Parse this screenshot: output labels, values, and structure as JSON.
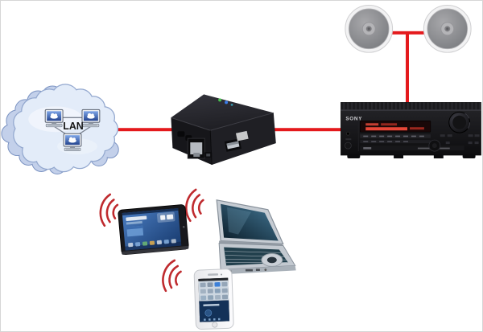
{
  "diagram": {
    "background_color": "#ffffff",
    "connection_line_color": "#e4191c",
    "wifi_signal_color": "#bf2a2e",
    "nodes": {
      "lan_cloud": {
        "label": "LAN",
        "computer_count": 3,
        "cloud_fill": "#e3ecf9",
        "cloud_outline": "#93a8cf"
      },
      "network_streamer": {
        "body_color": "#1a1a1f",
        "led_colors": [
          "#49c14f",
          "#3a7ce8"
        ],
        "ports": [
          "power",
          "aux",
          "ethernet",
          "micro-usb",
          "usb"
        ]
      },
      "av_receiver": {
        "brand": "SONY",
        "body_color": "#141416",
        "display_glow_color": "#ff4f3e"
      },
      "ceiling_speakers": {
        "count": 2,
        "rim_color": "#f2f2f3",
        "cone_color": "#8a8a8e"
      },
      "tablet": {
        "screen_color": "#2d5da2"
      },
      "laptop": {
        "body_color": "#c6ccd3",
        "screen_color": "#1d4257"
      },
      "smartphone": {
        "body_color": "#f5f5f7",
        "app_grid_color": "#cdd7e1",
        "player_color": "#133158"
      }
    },
    "wired_connections": [
      {
        "from": "lan_cloud",
        "to": "network_streamer"
      },
      {
        "from": "network_streamer",
        "to": "av_receiver"
      },
      {
        "from": "av_receiver",
        "to": "ceiling_speakers"
      }
    ],
    "wifi_devices": [
      "tablet",
      "laptop",
      "smartphone"
    ]
  }
}
